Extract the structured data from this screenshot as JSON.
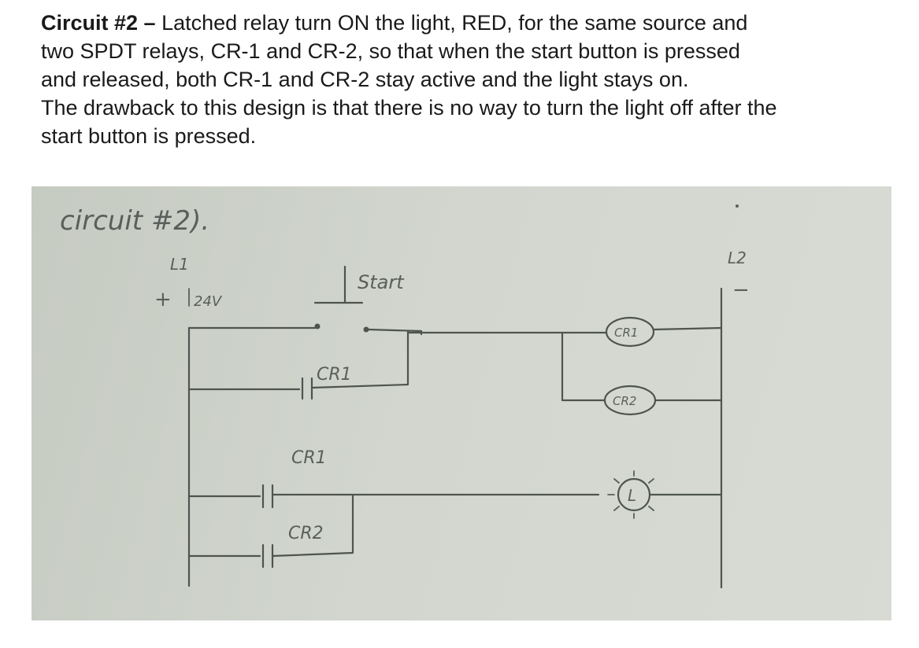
{
  "description": {
    "title": "Circuit #2 –",
    "line1_rest": " Latched relay turn ON the light, RED, for the same source and",
    "line2": "two SPDT relays, CR-1 and CR-2, so that when the start button is pressed",
    "line3": "and released, both CR-1 and CR-2 stay active and the light stays on.",
    "line4": "The drawback to this design is that there is no way to turn the light off after the",
    "line5": "start button is pressed."
  },
  "diagram": {
    "heading": "circuit #2).",
    "left_rail_label": "L1",
    "left_polarity": "+",
    "voltage": "24V",
    "right_rail_label": "L2",
    "right_polarity": "−",
    "start_label": "Start",
    "contact_cr1_top": "CR1",
    "contact_cr1_bottom": "CR1",
    "contact_cr2_bottom": "CR2",
    "coil_cr1": "CR1",
    "coil_cr2": "CR2",
    "lamp": "L"
  },
  "colors": {
    "ink": "#4f544f",
    "paper": "#d2d6ce",
    "text": "#1a1a1a"
  }
}
